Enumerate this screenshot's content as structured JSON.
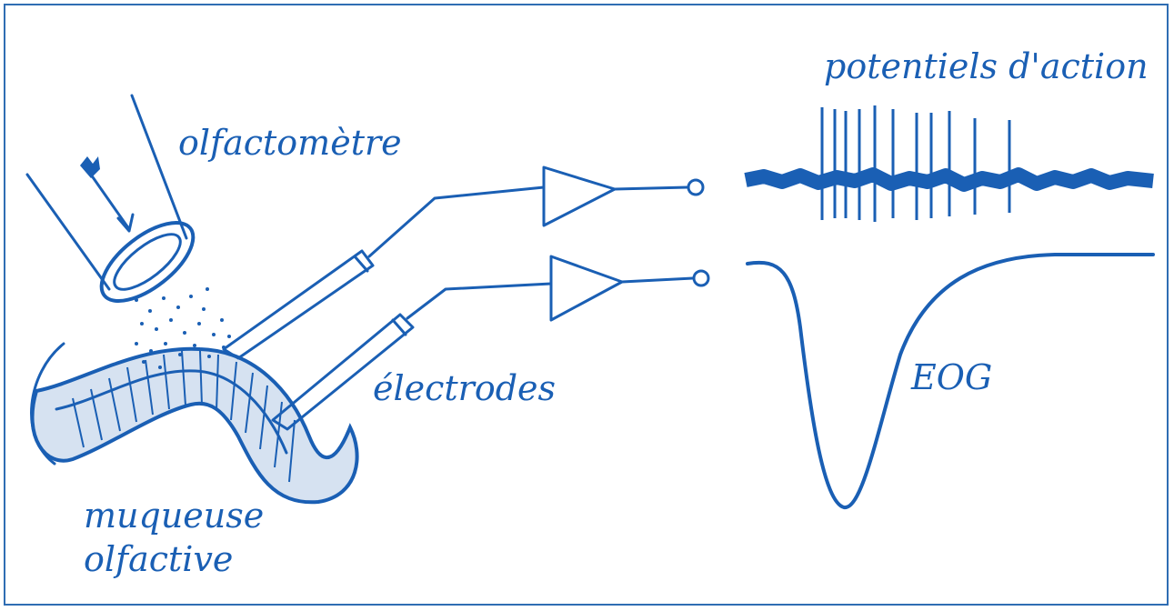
{
  "diagram": {
    "ink_color": "#1a5fb4",
    "border_color": "#2f6db3",
    "labels": {
      "olfactometer": "olfactomètre",
      "action_potentials": "potentiels d'action",
      "electrodes": "électrodes",
      "mucosa_line1": "muqueuse",
      "mucosa_line2": "olfactive",
      "eog": "EOG"
    }
  }
}
